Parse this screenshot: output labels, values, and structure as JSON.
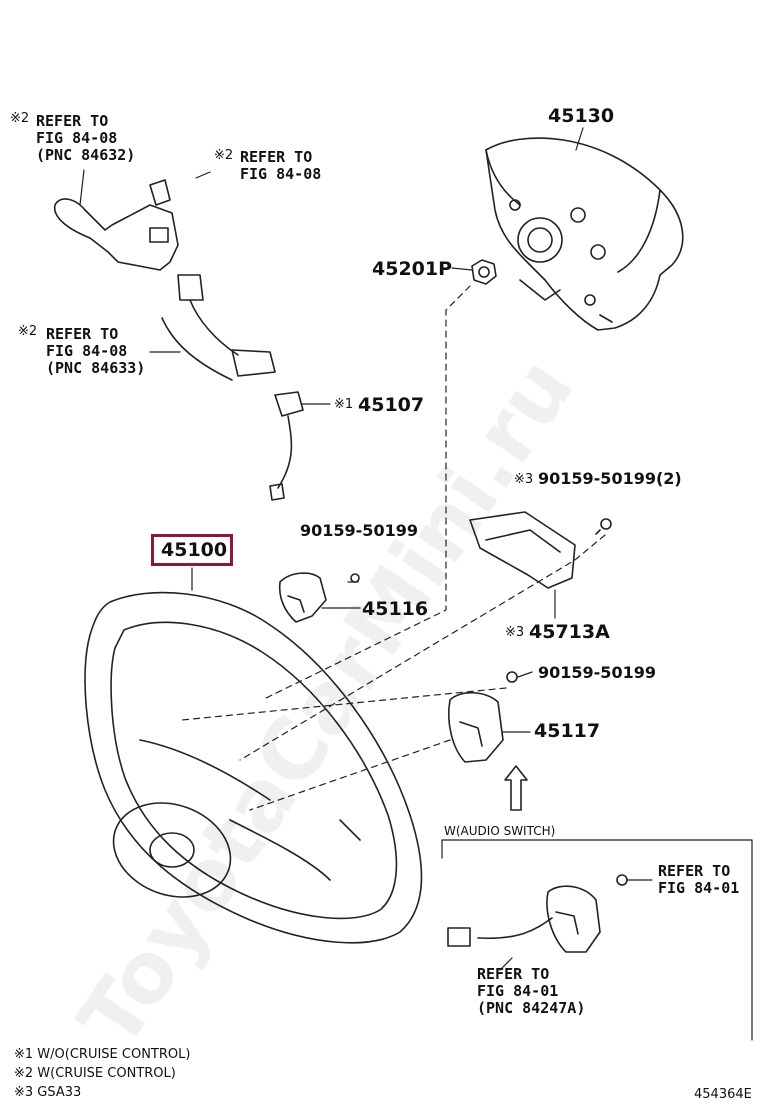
{
  "parts": {
    "p45130": "45130",
    "p45201p": "45201P",
    "p45107": "45107",
    "p45100": "45100",
    "p45116": "45116",
    "p45713a": "45713A",
    "p45117": "45117",
    "bolt_a": "90159-50199",
    "bolt_b": "90159-50199(2)",
    "bolt_c": "90159-50199"
  },
  "marks": {
    "m1": "※1",
    "m2": "※2",
    "m3": "※3"
  },
  "refs": {
    "ref1_line1": "REFER TO",
    "ref1_line2": "FIG 84-08",
    "ref1_line3": "(PNC 84632)",
    "ref2_line1": "REFER TO",
    "ref2_line2": "FIG 84-08",
    "ref3_line1": "REFER TO",
    "ref3_line2": "FIG 84-08",
    "ref3_line3": "(PNC 84633)",
    "ref4_line1": "REFER TO",
    "ref4_line2": "FIG 84-01",
    "ref5_line1": "REFER TO",
    "ref5_line2": "FIG 84-01",
    "ref5_line3": "(PNC 84247A)"
  },
  "section_label": "W(AUDIO SWITCH)",
  "legend": [
    "※1 W/O(CRUISE CONTROL)",
    "※2 W(CRUISE CONTROL)",
    "※3 GSA33"
  ],
  "diagram_id": "454364E",
  "watermark": "ToyotaCarMini.ru",
  "highlight_color": "#8b1a3a"
}
